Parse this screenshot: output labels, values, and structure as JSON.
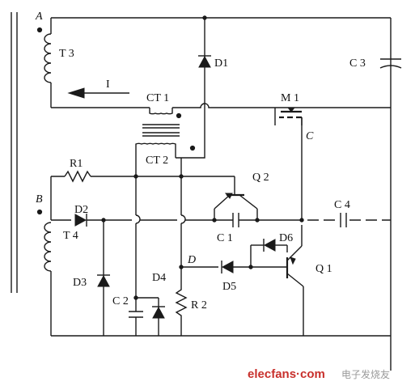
{
  "terminals": {
    "A": "A",
    "B": "B",
    "C": "C",
    "D": "D"
  },
  "transformers": {
    "t3": "T 3",
    "t4": "T 4",
    "ct1": "CT  1",
    "ct2": "CT  2"
  },
  "current_label": "I",
  "components": {
    "d1": "D1",
    "d2": "D2",
    "d3": "D3",
    "d4": "D4",
    "d5": "D5",
    "d6": "D6",
    "r1": "R1",
    "r2": "R 2",
    "c1": "C 1",
    "c2": "C 2",
    "c3": "C 3",
    "c4": "C 4",
    "m1": "M 1",
    "q1": "Q 1",
    "q2": "Q 2"
  },
  "watermark": {
    "site": "elecfans·com",
    "cn": "电子发烧友"
  }
}
